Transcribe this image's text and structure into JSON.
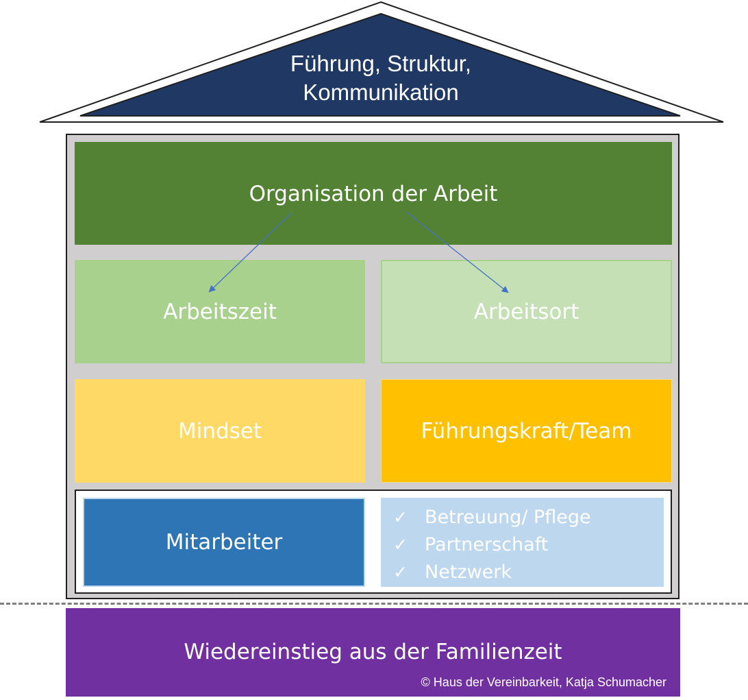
{
  "colors": {
    "roof": "#203864",
    "organisation": "#548235",
    "arbeitszeit": "#a9d18e",
    "arbeitsort": "#c5e0b4",
    "mindset": "#ffd966",
    "fuehrungskraft": "#ffc000",
    "mitarbeiter": "#2e75b6",
    "lebensbereiche": "#bdd7ee",
    "foundation": "#7030a0",
    "frame": "#d0cece",
    "arrow": "#4472c4"
  },
  "roof": {
    "line1": "Führung, Struktur,",
    "line2": "Kommunikation"
  },
  "floors": {
    "organisation": "Organisation der Arbeit",
    "arbeitszeit": "Arbeitszeit",
    "arbeitsort": "Arbeitsort",
    "mindset": "Mindset",
    "fuehrungskraft": "Führungskraft/Team",
    "mitarbeiter": "Mitarbeiter"
  },
  "checklist": [
    {
      "icon": "check-icon",
      "label": "Betreuung/ Pflege"
    },
    {
      "icon": "check-icon",
      "label": "Partnerschaft"
    },
    {
      "icon": "check-icon",
      "label": "Netzwerk"
    }
  ],
  "foundation": {
    "label": "Wiedereinstieg aus der Familienzeit",
    "copyright": "© Haus der Vereinbarkeit, Katja Schumacher"
  }
}
